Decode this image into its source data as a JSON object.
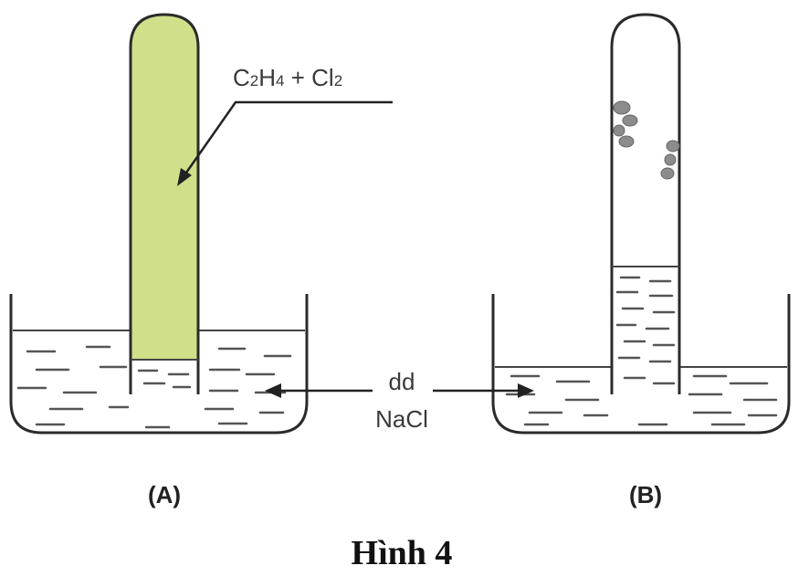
{
  "labels": {
    "gas_mixture": {
      "c": "C",
      "n1": "2",
      "h": "H",
      "n2": "4",
      "mid": " + Cl",
      "n3": "2"
    },
    "solution_line1": "dd",
    "solution_line2": "NaCl",
    "panel_a": "(A)",
    "panel_b": "(B)",
    "figure_caption": "Hình 4"
  },
  "colors": {
    "gas_fill": "#cfe08a",
    "outline": "#2b2b2b",
    "liquid_dash": "#555555",
    "droplet": "#8c8c8c"
  }
}
